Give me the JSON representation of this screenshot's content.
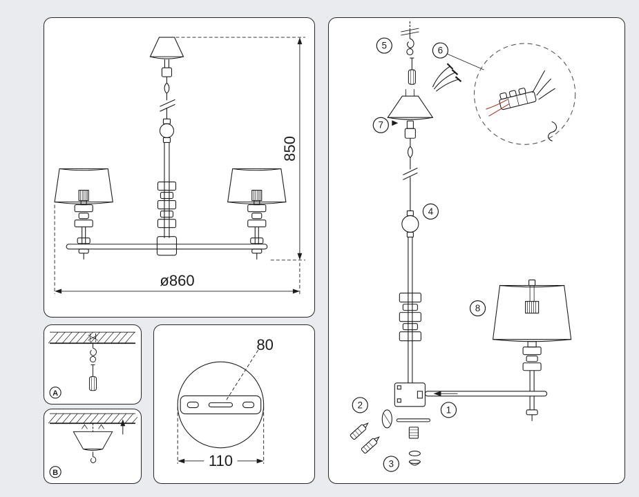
{
  "sheet": {
    "background_color": "#e9ebee",
    "line_color": "#1d1d1f",
    "wire_accent_color": "#a93226"
  },
  "main_view": {
    "height_dim": "850",
    "diameter_dim": "ø860"
  },
  "detail_a": {
    "label": "A"
  },
  "detail_b": {
    "label": "B"
  },
  "plate_detail": {
    "slot_dim": "80",
    "plate_dim": "110"
  },
  "assembly": {
    "callouts": [
      "1",
      "2",
      "3",
      "4",
      "5",
      "6",
      "7",
      "8"
    ]
  }
}
